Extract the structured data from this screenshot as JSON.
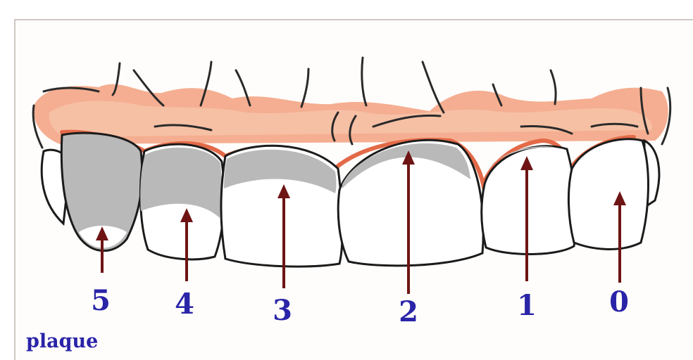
{
  "diagram": {
    "stage_labels": [
      "5",
      "4",
      "3",
      "2",
      "1",
      "0"
    ],
    "plaque_label": "plaque",
    "colors": {
      "plaque": "#b9b9b9",
      "gingiva": "#f0906c",
      "tooth": "#ffffff",
      "outline": "#1b1b1b",
      "arrow": "#6e1414",
      "label": "#2a24a8"
    }
  }
}
